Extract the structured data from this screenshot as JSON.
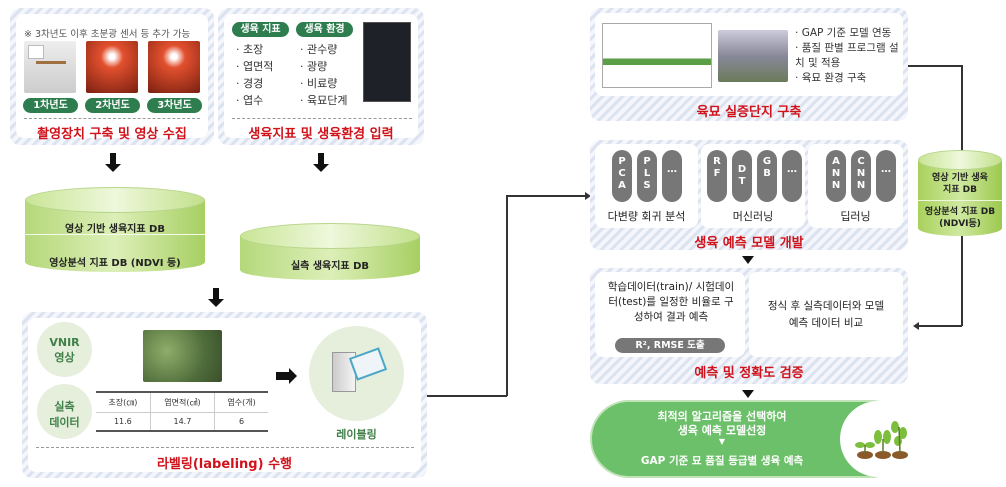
{
  "panel_capture": {
    "note": "※ 3차년도 이후 초분광 센서 등 추가 가능",
    "years": [
      "1차년도",
      "2차년도",
      "3차년도"
    ],
    "title": "촬영장치 구축 및 영상 수집"
  },
  "panel_input": {
    "tag_growth": "생육 지표",
    "tag_env": "생육 환경",
    "growth_items": [
      "초장",
      "엽면적",
      "경경",
      "엽수"
    ],
    "env_items": [
      "관수량",
      "광량",
      "비료량",
      "육묘단계"
    ],
    "title": "생육지표 및 생육환경 입력"
  },
  "db_image": {
    "top": "영상 기반 생육지표 DB",
    "bottom": "영상분석 지표 DB (NDVI 등)"
  },
  "db_measured": {
    "label": "실측 생육지표 DB"
  },
  "panel_labeling": {
    "vnir": [
      "VNIR",
      "영상"
    ],
    "measured": [
      "실측",
      "데이터"
    ],
    "table": {
      "headers": [
        "초장(㎝)",
        "엽면적(㎠)",
        "엽수(개)"
      ],
      "values": [
        "11.6",
        "14.7",
        "6"
      ]
    },
    "labeling_label": "레이블링",
    "title": "라벨링(labeling) 수행"
  },
  "panel_site": {
    "bullets": [
      "GAP 기준 모델 연동",
      "품질 판별 프로그램 설치 및 적용",
      "육묘 환경 구축"
    ],
    "title": "육묘 실증단지 구축"
  },
  "panel_model": {
    "groups": [
      {
        "label": "다변량 회귀 분석",
        "items": [
          "PCA",
          "PLS",
          "…"
        ]
      },
      {
        "label": "머신러닝",
        "items": [
          "RF",
          "DT",
          "GB",
          "…"
        ]
      },
      {
        "label": "딥러닝",
        "items": [
          "ANN",
          "CNN",
          "…"
        ]
      }
    ],
    "title": "생육 예측 모델 개발"
  },
  "db_right": {
    "top": "영상 기반 생육지표 DB",
    "bottom": "영상분석 지표 DB (NDVI등)"
  },
  "panel_verify": {
    "left_text": "학습데이터(train)/ 시험데이터(test)를 일정한 비율로 구성하여 결과 예측",
    "metric": "R², RMSE 도출",
    "right_text": "정식 후 실측데이터와 모델 예측 데이터 비교",
    "title": "예측 및 정확도 검증"
  },
  "final": {
    "line1": "최적의 알고리즘을 선택하여",
    "line2": "생육 예측 모델선정",
    "arrow": "▼",
    "line3": "GAP 기준 묘 품질 등급별 생육 예측"
  }
}
